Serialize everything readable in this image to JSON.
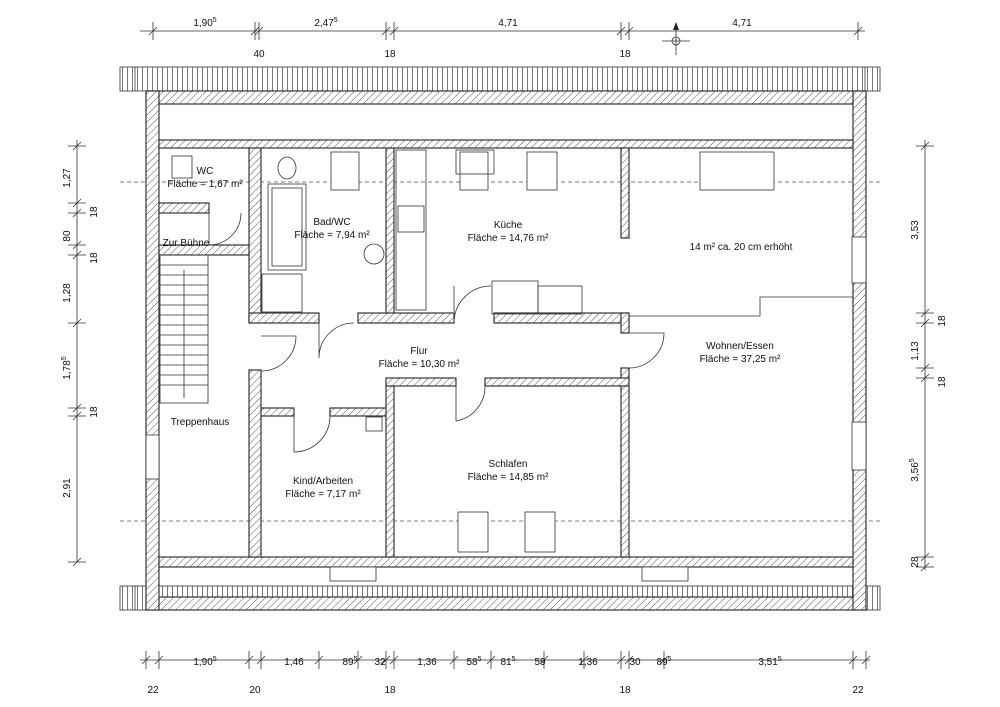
{
  "rooms": {
    "wc": {
      "name": "WC",
      "area": "Fläche = 1,67 m²"
    },
    "bad": {
      "name": "Bad/WC",
      "area": "Fläche = 7,94 m²"
    },
    "kueche": {
      "name": "Küche",
      "area": "Fläche = 14,76 m²"
    },
    "erhoeht": {
      "name": "14 m² ca. 20 cm erhöht"
    },
    "zurbuehne": {
      "name": "Zur Bühne"
    },
    "flur": {
      "name": "Flur",
      "area": "Fläche = 10,30 m²"
    },
    "wohnen": {
      "name": "Wohnen/Essen",
      "area": "Fläche = 37,25 m²"
    },
    "treppenhaus": {
      "name": "Treppenhaus"
    },
    "kind": {
      "name": "Kind/Arbeiten",
      "area": "Fläche = 7,17 m²"
    },
    "schlafen": {
      "name": "Schlafen",
      "area": "Fläche = 14,85 m²"
    }
  },
  "dims_top": {
    "upper": [
      {
        "base": "1,90",
        "sup": "5"
      },
      {
        "base": "2,47",
        "sup": "5"
      },
      {
        "base": "4,71",
        "sup": ""
      },
      {
        "base": "4,71",
        "sup": ""
      }
    ],
    "lower": [
      "40",
      "18",
      "18"
    ]
  },
  "dims_bottom": {
    "upper": [
      {
        "base": "1,90",
        "sup": "5"
      },
      {
        "base": "1,46",
        "sup": ""
      },
      {
        "base": "89",
        "sup": "5"
      },
      {
        "base": "32",
        "sup": ""
      },
      {
        "base": "1,36",
        "sup": ""
      },
      {
        "base": "58",
        "sup": "5"
      },
      {
        "base": "81",
        "sup": "5"
      },
      {
        "base": "59",
        "sup": ""
      },
      {
        "base": "1,36",
        "sup": ""
      },
      {
        "base": "30",
        "sup": ""
      },
      {
        "base": "89",
        "sup": "5"
      },
      {
        "base": "3,51",
        "sup": "5"
      }
    ],
    "lower": [
      "22",
      "20",
      "18",
      "18",
      "22"
    ]
  },
  "dims_left": [
    {
      "base": "1,27",
      "sup": ""
    },
    {
      "base": "18",
      "sup": ""
    },
    {
      "base": "80",
      "sup": ""
    },
    {
      "base": "18",
      "sup": ""
    },
    {
      "base": "1,28",
      "sup": ""
    },
    {
      "base": "1,78",
      "sup": "5"
    },
    {
      "base": "18",
      "sup": ""
    },
    {
      "base": "2,91",
      "sup": ""
    }
  ],
  "dims_right": [
    {
      "base": "3,53",
      "sup": ""
    },
    {
      "base": "18",
      "sup": ""
    },
    {
      "base": "1,13",
      "sup": ""
    },
    {
      "base": "18",
      "sup": ""
    },
    {
      "base": "3,56",
      "sup": "5"
    },
    {
      "base": "28",
      "sup": ""
    }
  ]
}
